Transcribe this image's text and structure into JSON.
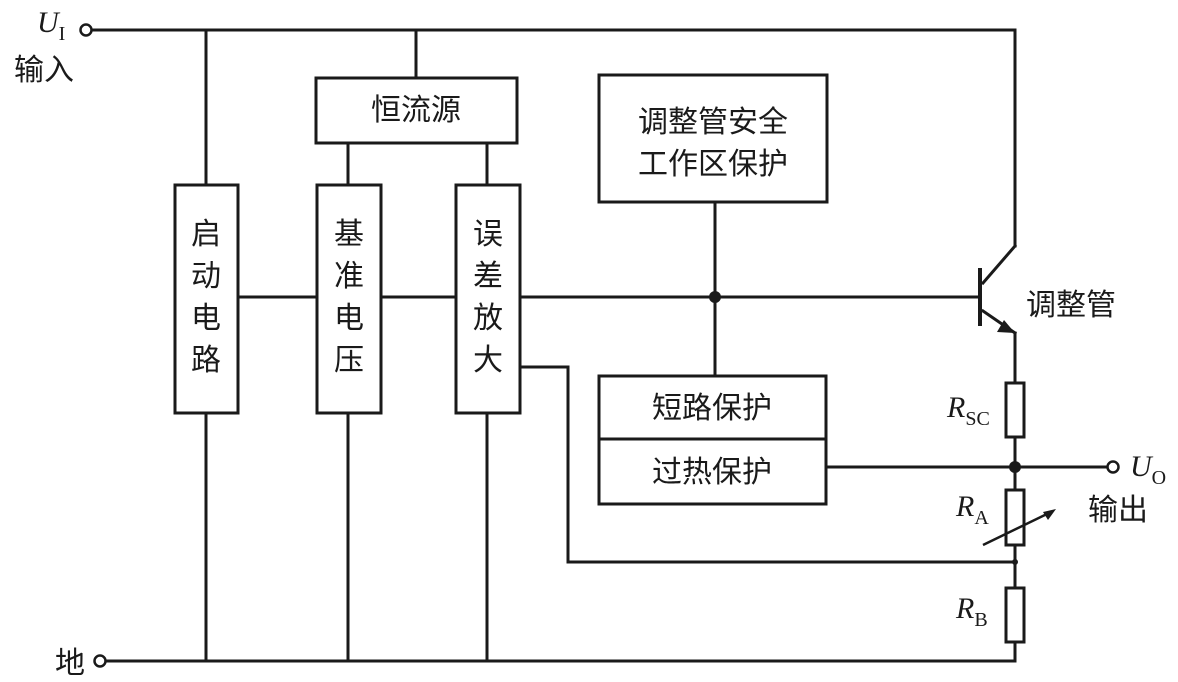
{
  "terminals": {
    "input_symbol": "U",
    "input_subscript": "I",
    "input_label": "输入",
    "output_symbol": "U",
    "output_subscript": "O",
    "output_label": "输出",
    "ground_label": "地"
  },
  "blocks": {
    "constant_current": "恒流源",
    "startup": [
      "启",
      "动",
      "电",
      "路"
    ],
    "reference": [
      "基",
      "准",
      "电",
      "压"
    ],
    "error_amp": [
      "误",
      "差",
      "放",
      "大"
    ],
    "soa_protection": [
      "调整管安全",
      "工作区保护"
    ],
    "short_circuit": "短路保护",
    "thermal": "过热保护"
  },
  "transistor_label": "调整管",
  "resistors": {
    "rsc_symbol": "R",
    "rsc_subscript": "SC",
    "ra_symbol": "R",
    "ra_subscript": "A",
    "rb_symbol": "R",
    "rb_subscript": "B"
  }
}
